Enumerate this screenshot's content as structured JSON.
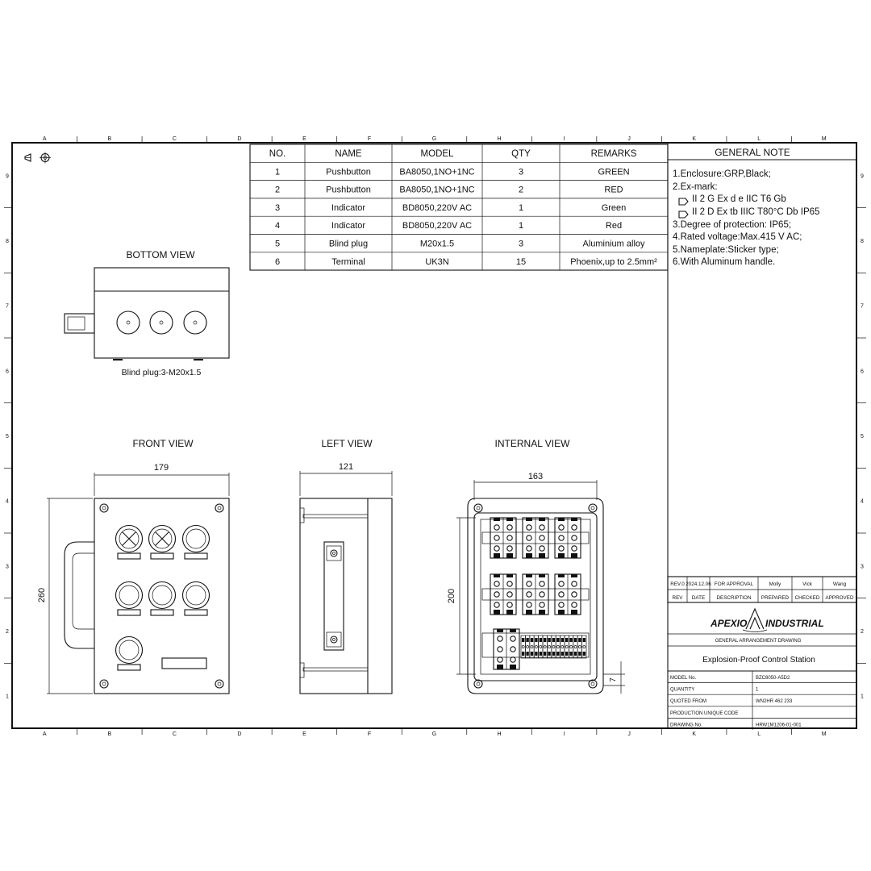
{
  "grid": {
    "columns": [
      "A",
      "B",
      "C",
      "D",
      "E",
      "F",
      "G",
      "H",
      "I",
      "J",
      "K",
      "L",
      "M"
    ],
    "rows": [
      "9",
      "8",
      "7",
      "6",
      "5",
      "4",
      "3",
      "2",
      "1"
    ]
  },
  "bom": {
    "headers": [
      "NO.",
      "NAME",
      "MODEL",
      "QTY",
      "REMARKS"
    ],
    "rows": [
      [
        "1",
        "Pushbutton",
        "BA8050,1NO+1NC",
        "3",
        "GREEN"
      ],
      [
        "2",
        "Pushbutton",
        "BA8050,1NO+1NC",
        "2",
        "RED"
      ],
      [
        "3",
        "Indicator",
        "BD8050,220V AC",
        "1",
        "Green"
      ],
      [
        "4",
        "Indicator",
        "BD8050,220V AC",
        "1",
        "Red"
      ],
      [
        "5",
        "Blind plug",
        "M20x1.5",
        "3",
        "Aluminium alloy"
      ],
      [
        "6",
        "Terminal",
        "UK3N",
        "15",
        "Phoenix,up to 2.5mm²"
      ]
    ]
  },
  "notes": {
    "title": "GENERAL NOTE",
    "lines": [
      "1.Enclosure:GRP,Black;",
      "2.Ex-mark:",
      "II 2 G Ex d e IIC T6 Gb",
      "II 2 D Ex tb IIIC T80°C Db IP65",
      "3.Degree of protection: IP65;",
      "4.Rated voltage:Max.415 V AC;",
      "5.Nameplate:Sticker type;",
      "6.With Aluminum handle."
    ]
  },
  "views": {
    "bottom": "BOTTOM VIEW",
    "bottom_caption": "Blind  plug:3-M20x1.5",
    "front": "FRONT VIEW",
    "left": "LEFT VIEW",
    "internal": "INTERNAL VIEW"
  },
  "dimensions": {
    "front_width": "179",
    "front_height": "260",
    "left_width": "121",
    "internal_width": "163",
    "internal_height": "200",
    "internal_offset": "7"
  },
  "revision": {
    "row": [
      "REV.0",
      "2024.12.06",
      "FOR APPROVAL",
      "Molly",
      "Vick",
      "Wang"
    ],
    "headers": [
      "REV",
      "DATE",
      "DESCRIPTION",
      "PREPARED",
      "CHECKED",
      "APPROVED"
    ]
  },
  "title_block": {
    "logo_left": "APEXIO",
    "logo_right": "INDUSTRIAL",
    "drawing_type": "GENERAL ARRANGEMENT DRAWING",
    "title": "Explosion-Proof Control Station",
    "fields": [
      {
        "label": "MODEL No.",
        "value": "BZC8050-A5D2"
      },
      {
        "label": "QUANTITY",
        "value": "1"
      },
      {
        "label": "QUOTED FROM",
        "value": "WN2HR 462 233"
      },
      {
        "label": "PRODUCTION UNIQUE CODE",
        "value": ""
      },
      {
        "label": "DRAWING No.",
        "value": "HRW1M1206-01-001"
      }
    ]
  }
}
